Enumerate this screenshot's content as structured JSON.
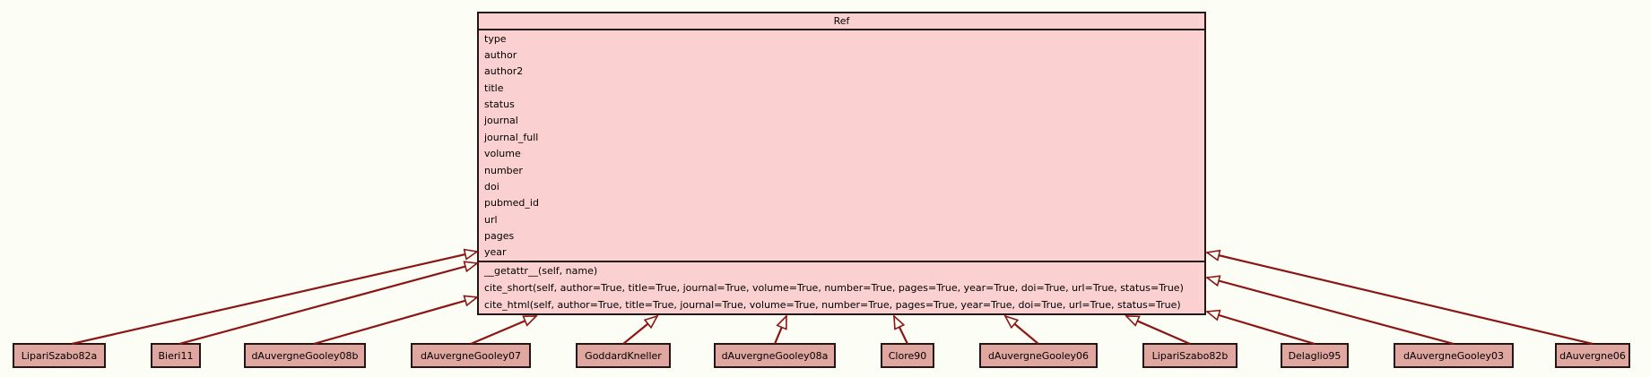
{
  "diagram": {
    "type": "uml-class-inheritance",
    "background_color": "#fcfdf4",
    "superclass_fill": "#fbd0d0",
    "subclass_fill": "#dfa7a0",
    "border_color": "#241616",
    "edge_color": "#8b1616",
    "arrowhead_style": "hollow-triangle"
  },
  "ref_class": {
    "name": "Ref",
    "attributes": [
      "type",
      "author",
      "author2",
      "title",
      "status",
      "journal",
      "journal_full",
      "volume",
      "number",
      "doi",
      "pubmed_id",
      "url",
      "pages",
      "year"
    ],
    "methods": [
      "__getattr__(self, name)",
      "cite_short(self, author=True, title=True, journal=True, volume=True, number=True, pages=True, year=True, doi=True, url=True, status=True)",
      "cite_html(self, author=True, title=True, journal=True, volume=True, number=True, pages=True, year=True, doi=True, url=True, status=True)"
    ]
  },
  "subclasses": [
    "LipariSzabo82a",
    "Bieri11",
    "dAuvergneGooley08b",
    "dAuvergneGooley07",
    "GoddardKneller",
    "dAuvergneGooley08a",
    "Clore90",
    "dAuvergneGooley06",
    "LipariSzabo82b",
    "Delaglio95",
    "dAuvergneGooley03",
    "dAuvergne06"
  ]
}
